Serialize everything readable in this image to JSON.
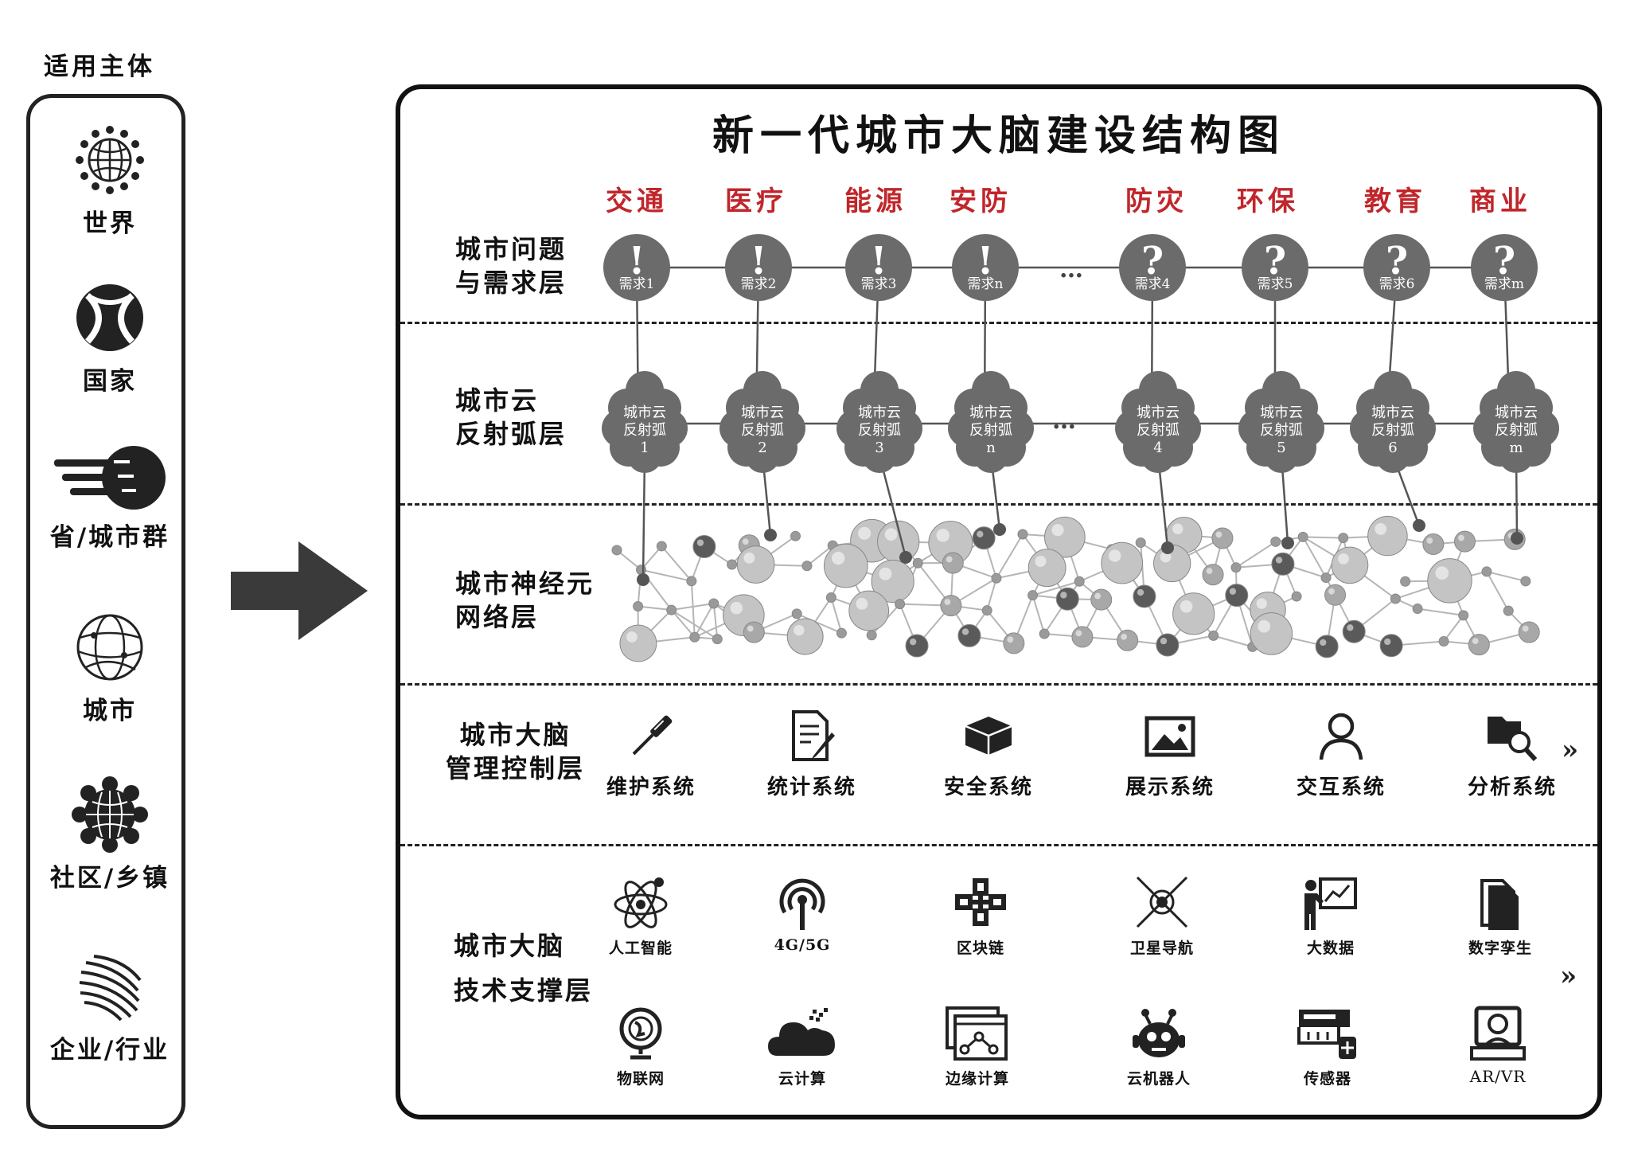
{
  "left_panel": {
    "title": "适用主体",
    "entities": [
      {
        "label": "世界",
        "icon": "world-dots-globe-icon"
      },
      {
        "label": "国家",
        "icon": "nation-globe-icon"
      },
      {
        "label": "省/城市群",
        "icon": "speed-globe-icon"
      },
      {
        "label": "城市",
        "icon": "wire-globe-icon"
      },
      {
        "label": "社区/乡镇",
        "icon": "flower-globe-icon"
      },
      {
        "label": "企业/行业",
        "icon": "striped-globe-icon"
      }
    ]
  },
  "main": {
    "title": "新一代城市大脑建设结构图",
    "domains": [
      "交通",
      "医疗",
      "能源",
      "安防",
      "防灾",
      "环保",
      "教育",
      "商业"
    ],
    "ellipsis": "…",
    "layers": {
      "demand": {
        "line1": "城市问题",
        "line2": "与需求层"
      },
      "cloud": {
        "line1": "城市云",
        "line2": "反射弧层"
      },
      "neuron": {
        "line1": "城市神经元",
        "line2": "网络层"
      },
      "management": {
        "line1": "城市大脑",
        "line2": "管理控制层"
      },
      "tech": {
        "line1": "城市大脑",
        "line2": "技术支撑层"
      }
    },
    "demands": [
      {
        "symbol": "!",
        "label": "需求1"
      },
      {
        "symbol": "!",
        "label": "需求2"
      },
      {
        "symbol": "!",
        "label": "需求3"
      },
      {
        "symbol": "!",
        "label": "需求n"
      },
      {
        "symbol": "?",
        "label": "需求4"
      },
      {
        "symbol": "?",
        "label": "需求5"
      },
      {
        "symbol": "?",
        "label": "需求6"
      },
      {
        "symbol": "?",
        "label": "需求m"
      }
    ],
    "clouds": [
      {
        "line1": "城市云",
        "line2": "反射弧",
        "id": "1"
      },
      {
        "line1": "城市云",
        "line2": "反射弧",
        "id": "2"
      },
      {
        "line1": "城市云",
        "line2": "反射弧",
        "id": "3"
      },
      {
        "line1": "城市云",
        "line2": "反射弧",
        "id": "n"
      },
      {
        "line1": "城市云",
        "line2": "反射弧",
        "id": "4"
      },
      {
        "line1": "城市云",
        "line2": "反射弧",
        "id": "5"
      },
      {
        "line1": "城市云",
        "line2": "反射弧",
        "id": "6"
      },
      {
        "line1": "城市云",
        "line2": "反射弧",
        "id": "m"
      }
    ],
    "management_systems": [
      {
        "label": "维护系统",
        "icon": "screwdriver-icon"
      },
      {
        "label": "统计系统",
        "icon": "document-edit-icon"
      },
      {
        "label": "安全系统",
        "icon": "box-icon"
      },
      {
        "label": "展示系统",
        "icon": "image-icon"
      },
      {
        "label": "交互系统",
        "icon": "user-icon"
      },
      {
        "label": "分析系统",
        "icon": "folder-search-icon"
      }
    ],
    "tech_row1": [
      {
        "label": "人工智能",
        "icon": "atom-icon"
      },
      {
        "label": "4G/5G",
        "icon": "signal-tower-icon"
      },
      {
        "label": "区块链",
        "icon": "blockchain-icon"
      },
      {
        "label": "卫星导航",
        "icon": "satellite-icon"
      },
      {
        "label": "大数据",
        "icon": "presentation-icon"
      },
      {
        "label": "数字孪生",
        "icon": "files-icon"
      }
    ],
    "tech_row2": [
      {
        "label": "物联网",
        "icon": "iot-globe-icon"
      },
      {
        "label": "云计算",
        "icon": "cloud-icon"
      },
      {
        "label": "边缘计算",
        "icon": "browser-network-icon"
      },
      {
        "label": "云机器人",
        "icon": "robot-icon"
      },
      {
        "label": "传感器",
        "icon": "sensor-icon"
      },
      {
        "label": "AR/VR",
        "icon": "vr-headset-icon"
      }
    ],
    "more": "»"
  },
  "colors": {
    "accent_red": "#c0262b",
    "node_gray": "#6b6b6b",
    "ink": "#111111"
  }
}
